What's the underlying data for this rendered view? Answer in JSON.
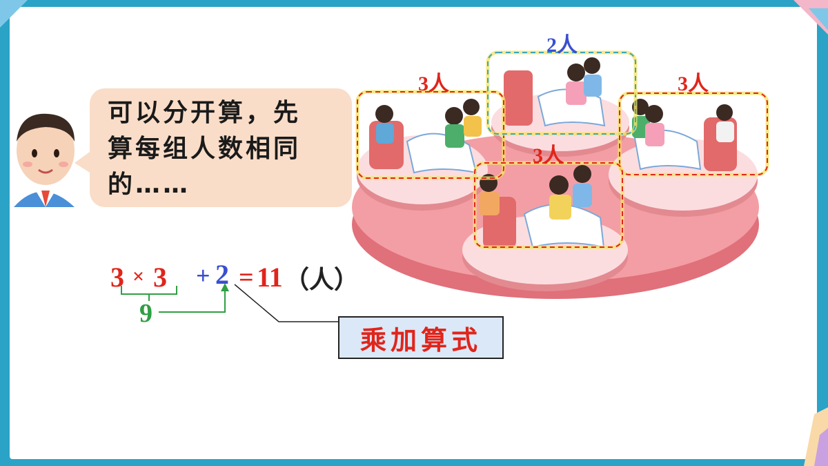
{
  "speech": {
    "line1": "可以分开算，先",
    "line2": "算每组人数相同",
    "line3": "的……"
  },
  "equation": {
    "term1": "3",
    "times": "×",
    "term2": "3",
    "plus": "+",
    "term3": "2",
    "equals": "=",
    "result": "11",
    "unit": "（人）",
    "subtotal": "9"
  },
  "label": "乘加算式",
  "groups": {
    "left": "3人",
    "top": "2人",
    "right": "3人",
    "bottom": "3人"
  },
  "colors": {
    "red": "#e0251b",
    "blue": "#3a4fd0",
    "green": "#2f9e44"
  }
}
